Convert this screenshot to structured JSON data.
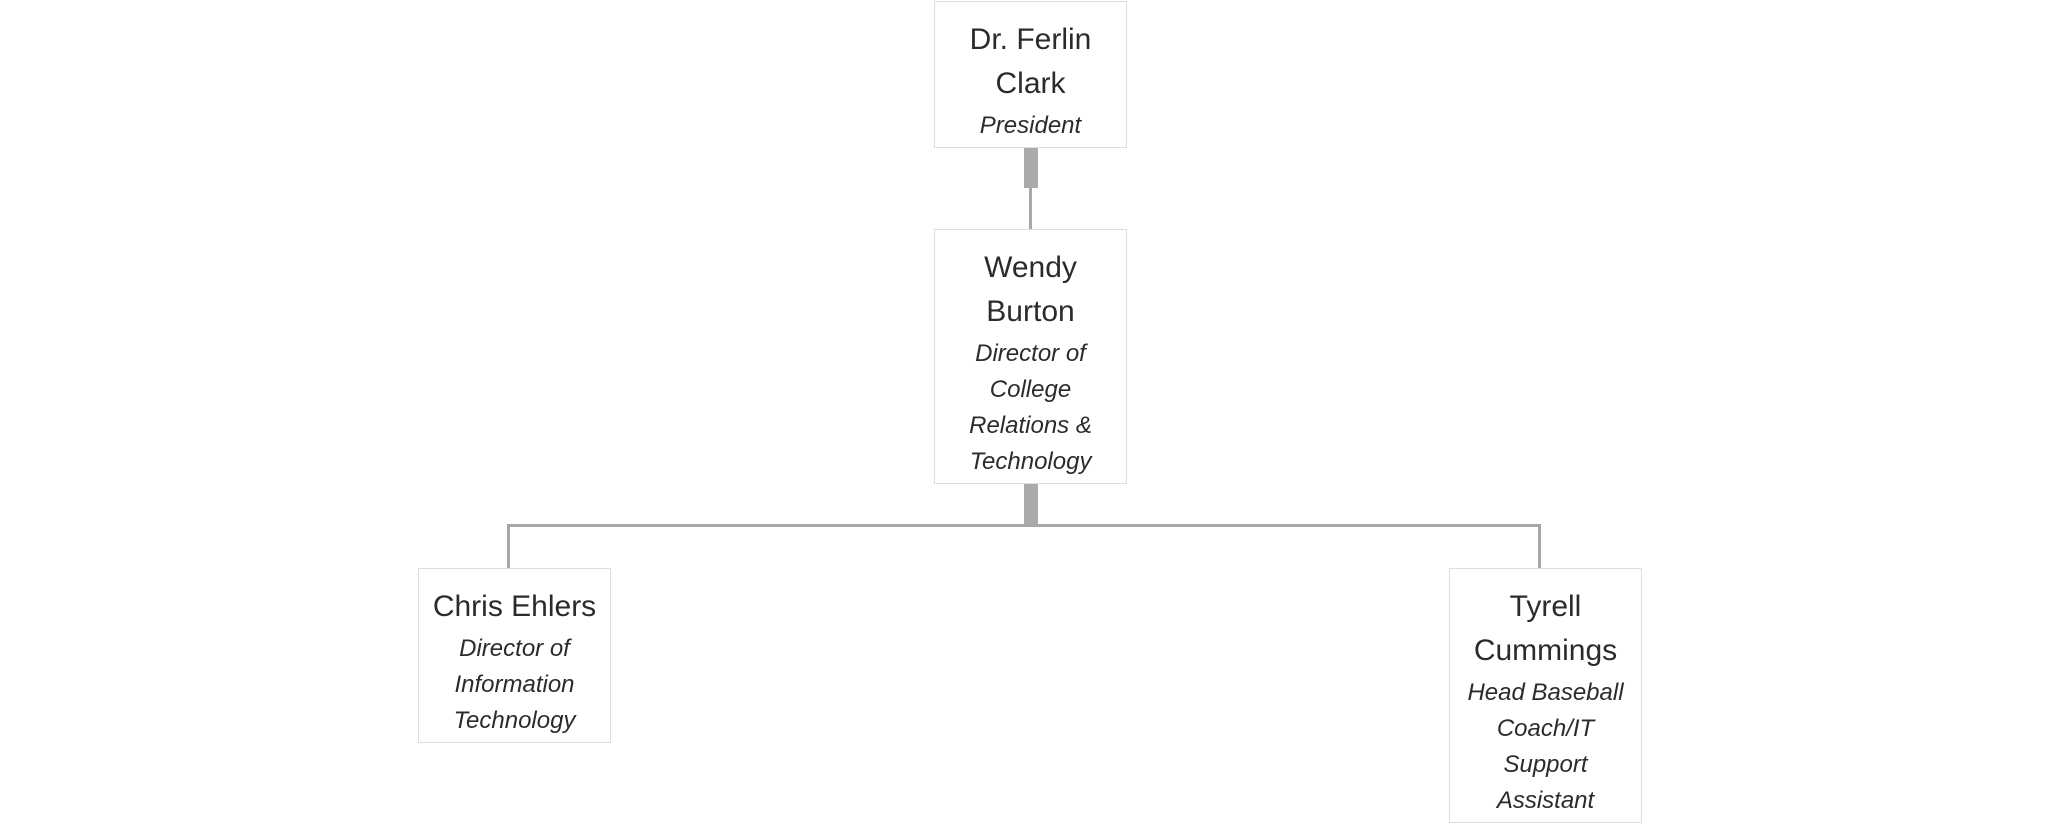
{
  "org_chart": {
    "president": {
      "name": "Dr. Ferlin Clark",
      "title": "President"
    },
    "director_relations": {
      "name": "Wendy Burton",
      "title": "Director of College Relations & Technology"
    },
    "director_it": {
      "name": "Chris Ehlers",
      "title": "Director of Information Technology"
    },
    "coach_it": {
      "name": "Tyrell Cummings",
      "title": "Head Baseball Coach/IT Support Assistant"
    }
  }
}
